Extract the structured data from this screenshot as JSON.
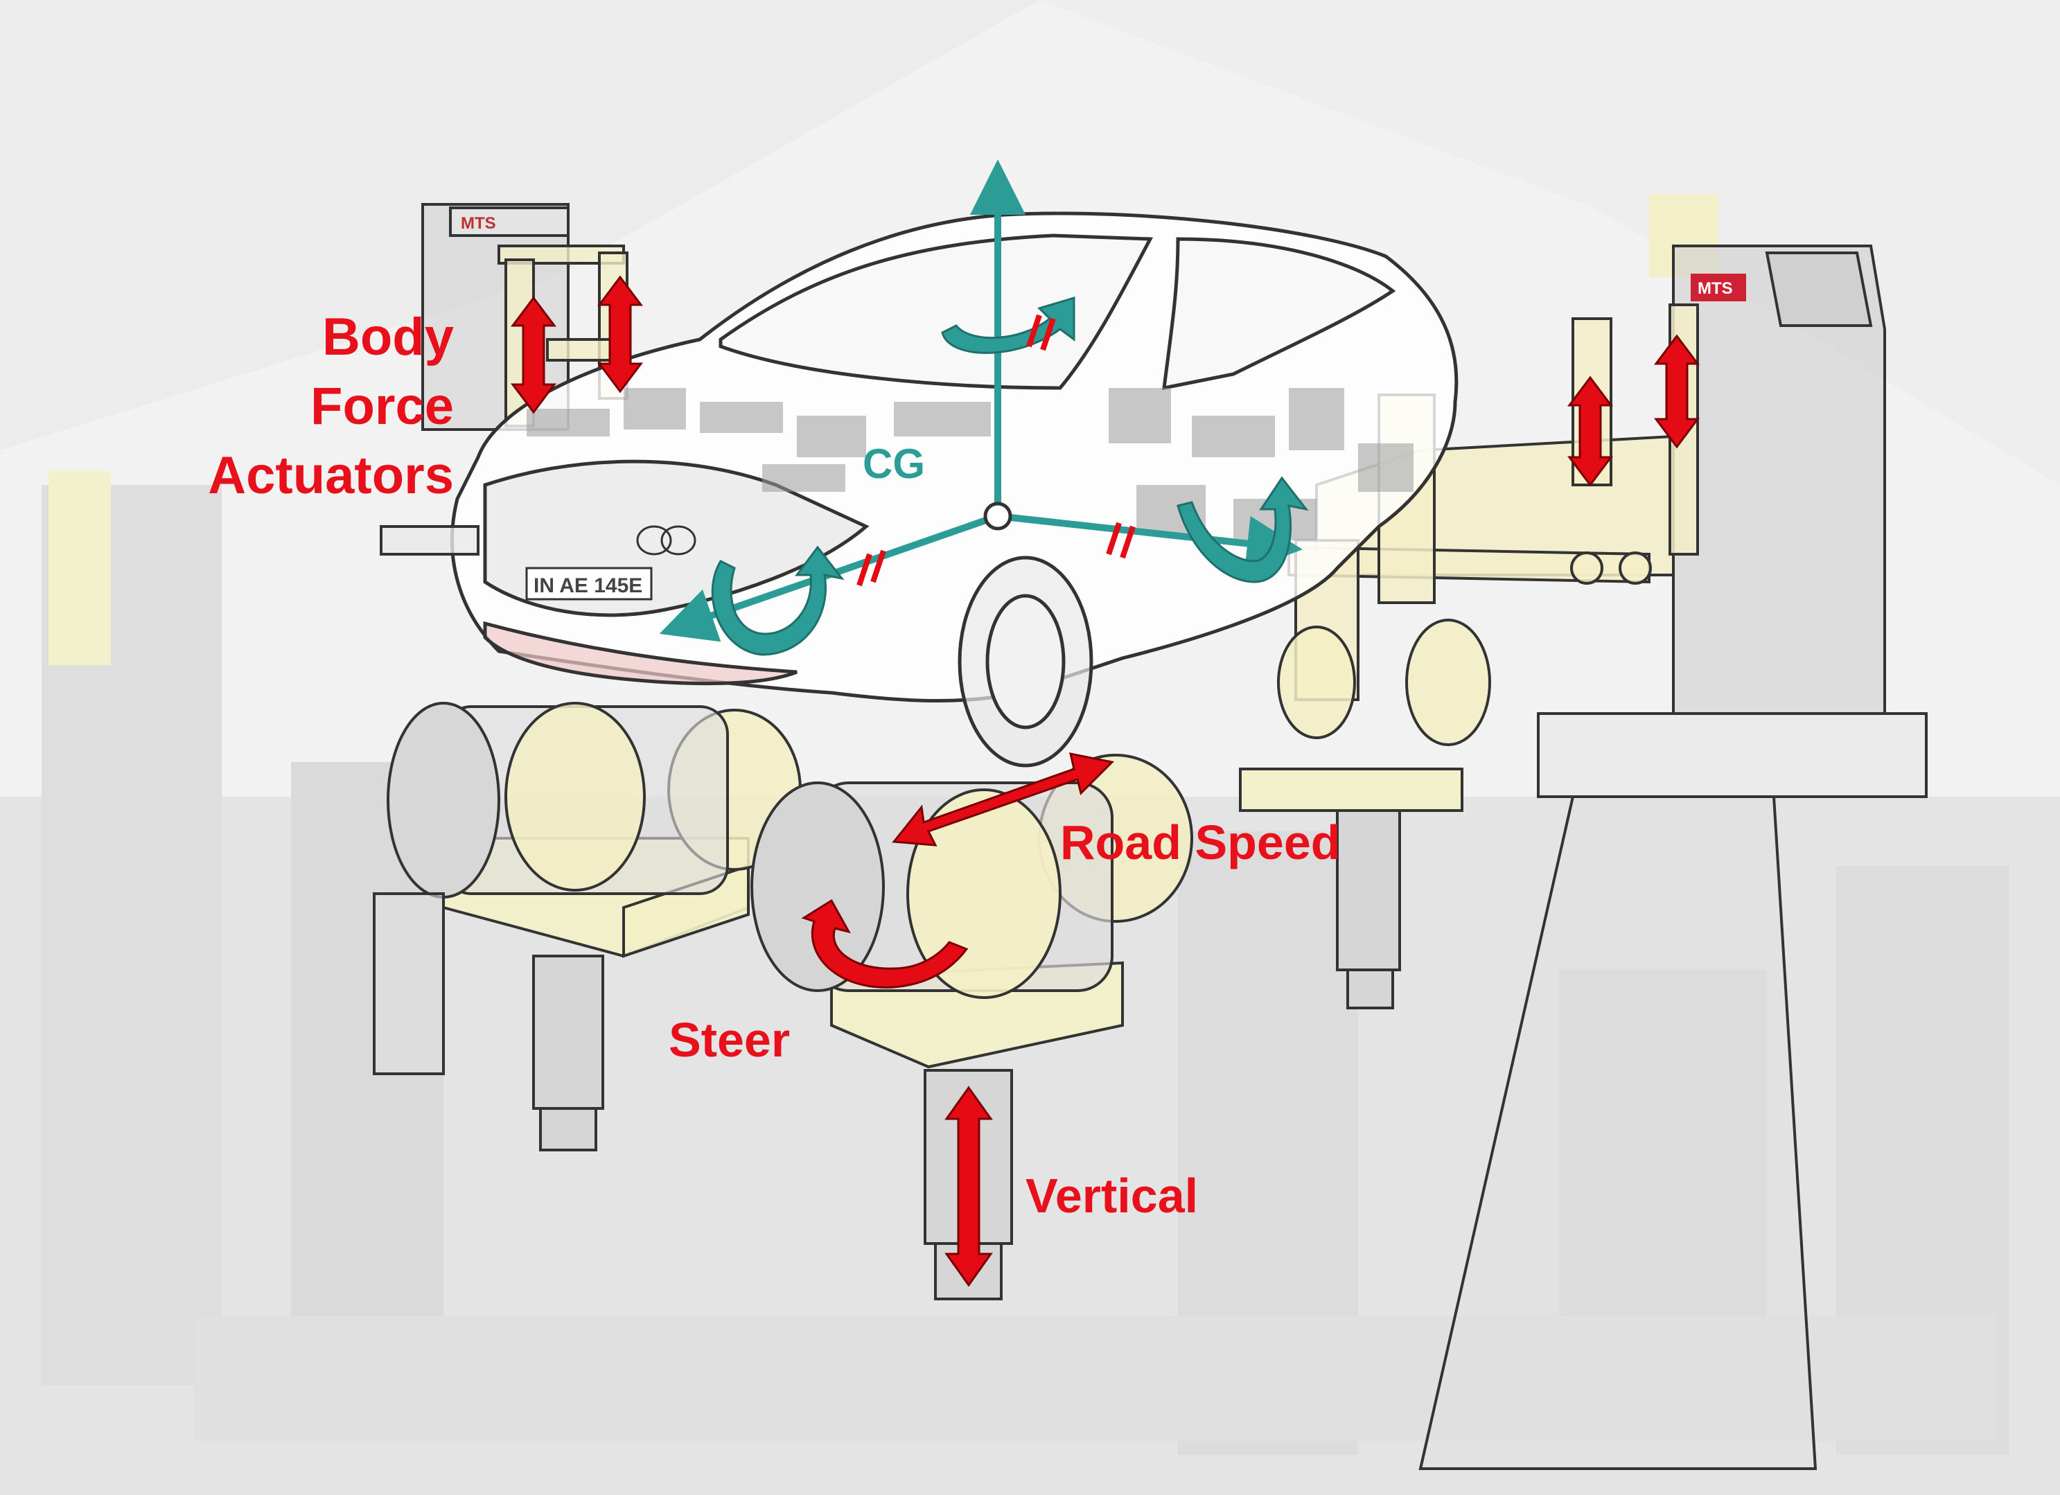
{
  "labels": {
    "body_force_line1": "Body",
    "body_force_line2": "Force",
    "body_force_line3": "Actuators",
    "cg": "CG",
    "road_speed": "Road Speed",
    "steer": "Steer",
    "vertical": "Vertical",
    "plate": "IN AE 145E",
    "mts_left": "MTS",
    "mts_right": "MTS"
  },
  "colors": {
    "label_red": "#e8101a",
    "arrow_red": "#e50b14",
    "axis_teal": "#2c9c96",
    "line_dark": "#333333",
    "machine_yellow": "#f1edb8",
    "background_gray": "#e9e9e9"
  }
}
